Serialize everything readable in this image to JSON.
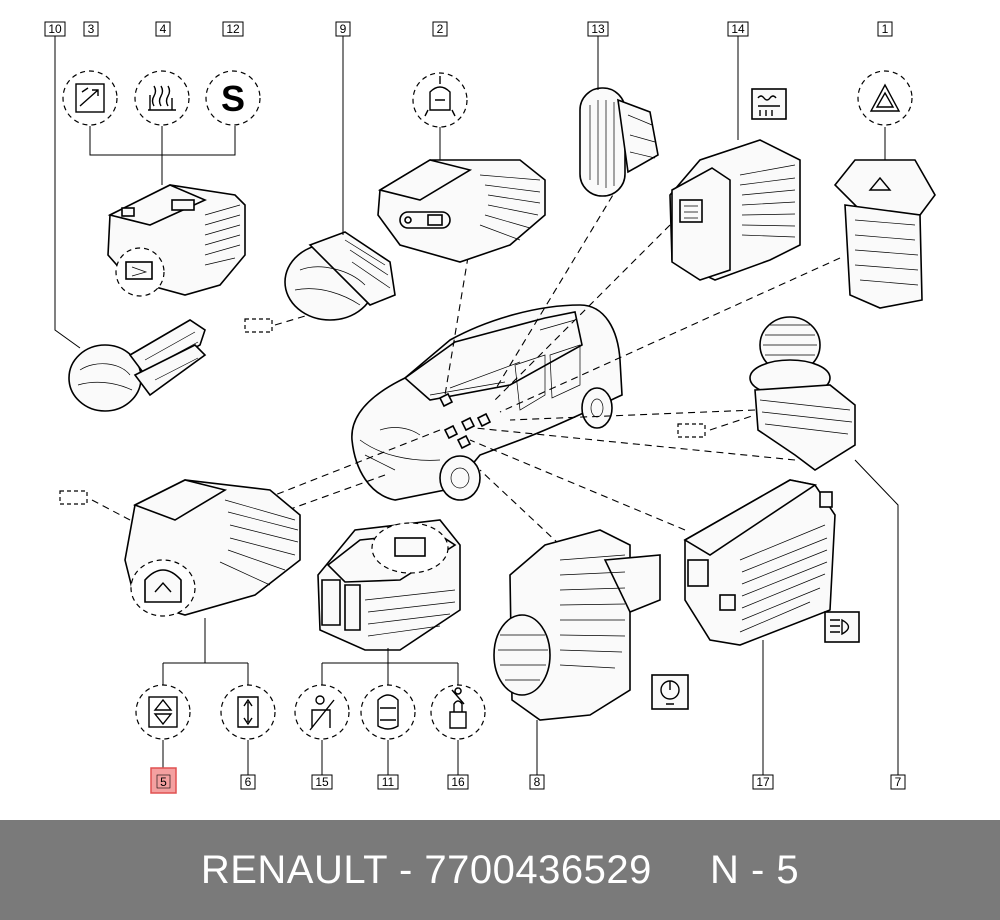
{
  "footer": {
    "brand": "RENAULT",
    "separator": " - ",
    "part_number": "7700436529",
    "position": "N - 5"
  },
  "accent_colors": {
    "highlight_fill": "#f4a0a0",
    "highlight_stroke": "#e05050",
    "footer_bg": "#7a7a7a"
  },
  "callouts": [
    "10",
    "3",
    "4",
    "12",
    "9",
    "2",
    "13",
    "14",
    "1",
    "5",
    "6",
    "15",
    "11",
    "16",
    "8",
    "17",
    "7"
  ],
  "highlighted_callout": "5",
  "symbols": {
    "seat_heat_s": "S"
  },
  "icons": [
    "hazard-warning-icon",
    "rear-defrost-icon",
    "seat-heating-icon",
    "mirror-adjust-icon",
    "window-updown-icon",
    "airbag-off-icon",
    "child-lock-icon",
    "headlight-level-icon",
    "ignition-icon"
  ]
}
